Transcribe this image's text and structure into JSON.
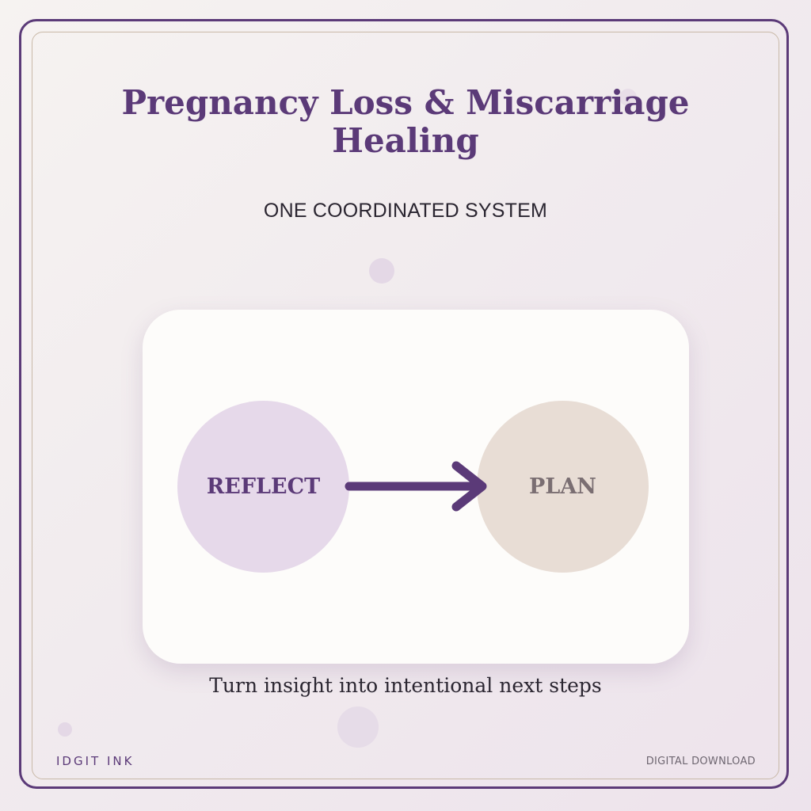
{
  "header": {
    "title": "Pregnancy Loss & Miscarriage Healing",
    "subtitle": "ONE COORDINATED SYSTEM"
  },
  "diagram": {
    "nodes": [
      {
        "label": "REFLECT",
        "color": "#e6d9ea",
        "text_color": "#5b3a78"
      },
      {
        "label": "PLAN",
        "color": "#e8ddd5",
        "text_color": "#7a6e72"
      }
    ],
    "edge": {
      "from": "REFLECT",
      "to": "PLAN",
      "color": "#5b3a78"
    }
  },
  "caption": "Turn insight into intentional next steps",
  "footer": {
    "brand": "IDGIT INK",
    "badge": "DIGITAL DOWNLOAD"
  },
  "colors": {
    "accent": "#5b3a78",
    "frame_inner": "#c9b9a8",
    "card": "#fdfcfa"
  }
}
